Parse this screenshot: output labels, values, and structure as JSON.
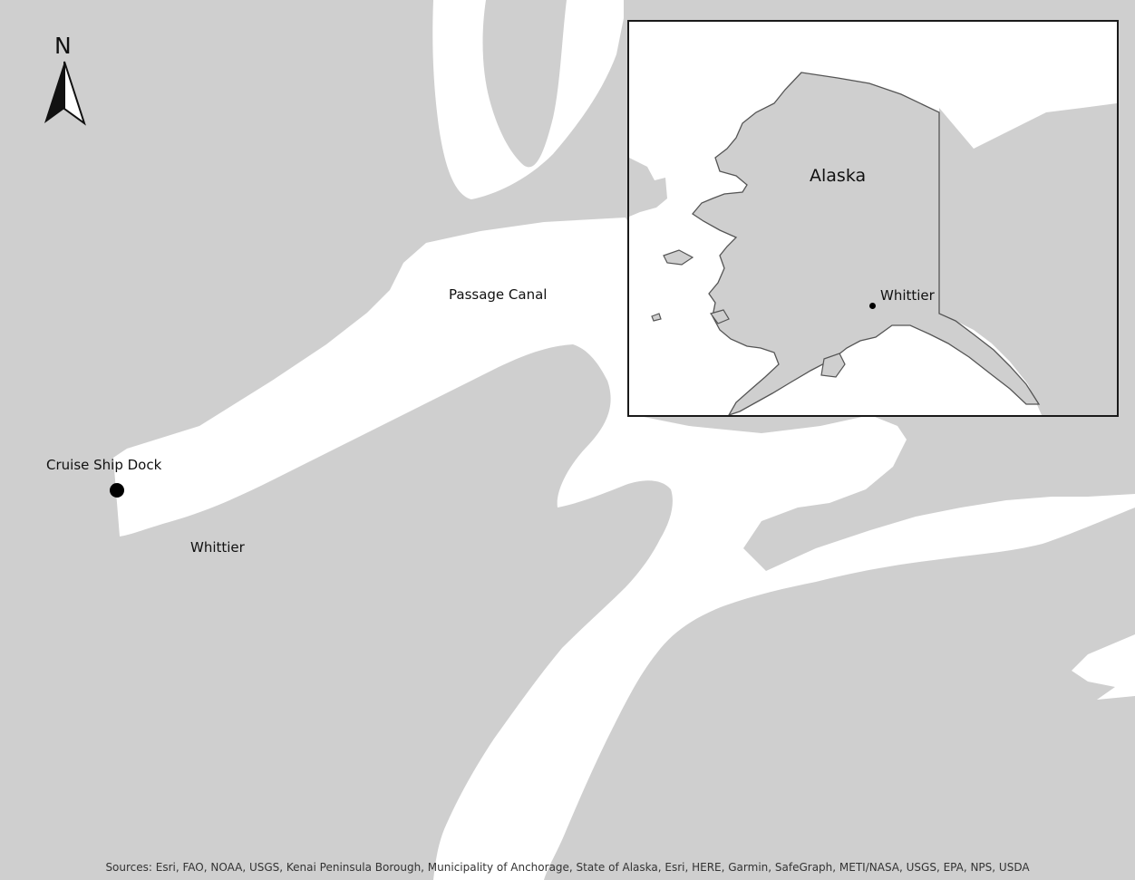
{
  "map": {
    "north_label": "N",
    "places": {
      "passage_canal": "Passage Canal",
      "cruise_ship_dock": "Cruise Ship Dock",
      "whittier": "Whittier"
    },
    "inset": {
      "region_label": "Alaska",
      "point_label": "Whittier"
    },
    "attribution": "Sources: Esri, FAO, NOAA, USGS, Kenai Peninsula Borough, Municipality of Anchorage, State of Alaska, Esri, HERE, Garmin, SafeGraph, METI/NASA, USGS, EPA, NPS, USDA"
  },
  "icons": {
    "north": "north-arrow-icon",
    "dock": "point-marker-icon"
  },
  "colors": {
    "land": "#cfcfcf",
    "water": "#ffffff",
    "border": "#555555",
    "frame": "#1a1a1a"
  }
}
